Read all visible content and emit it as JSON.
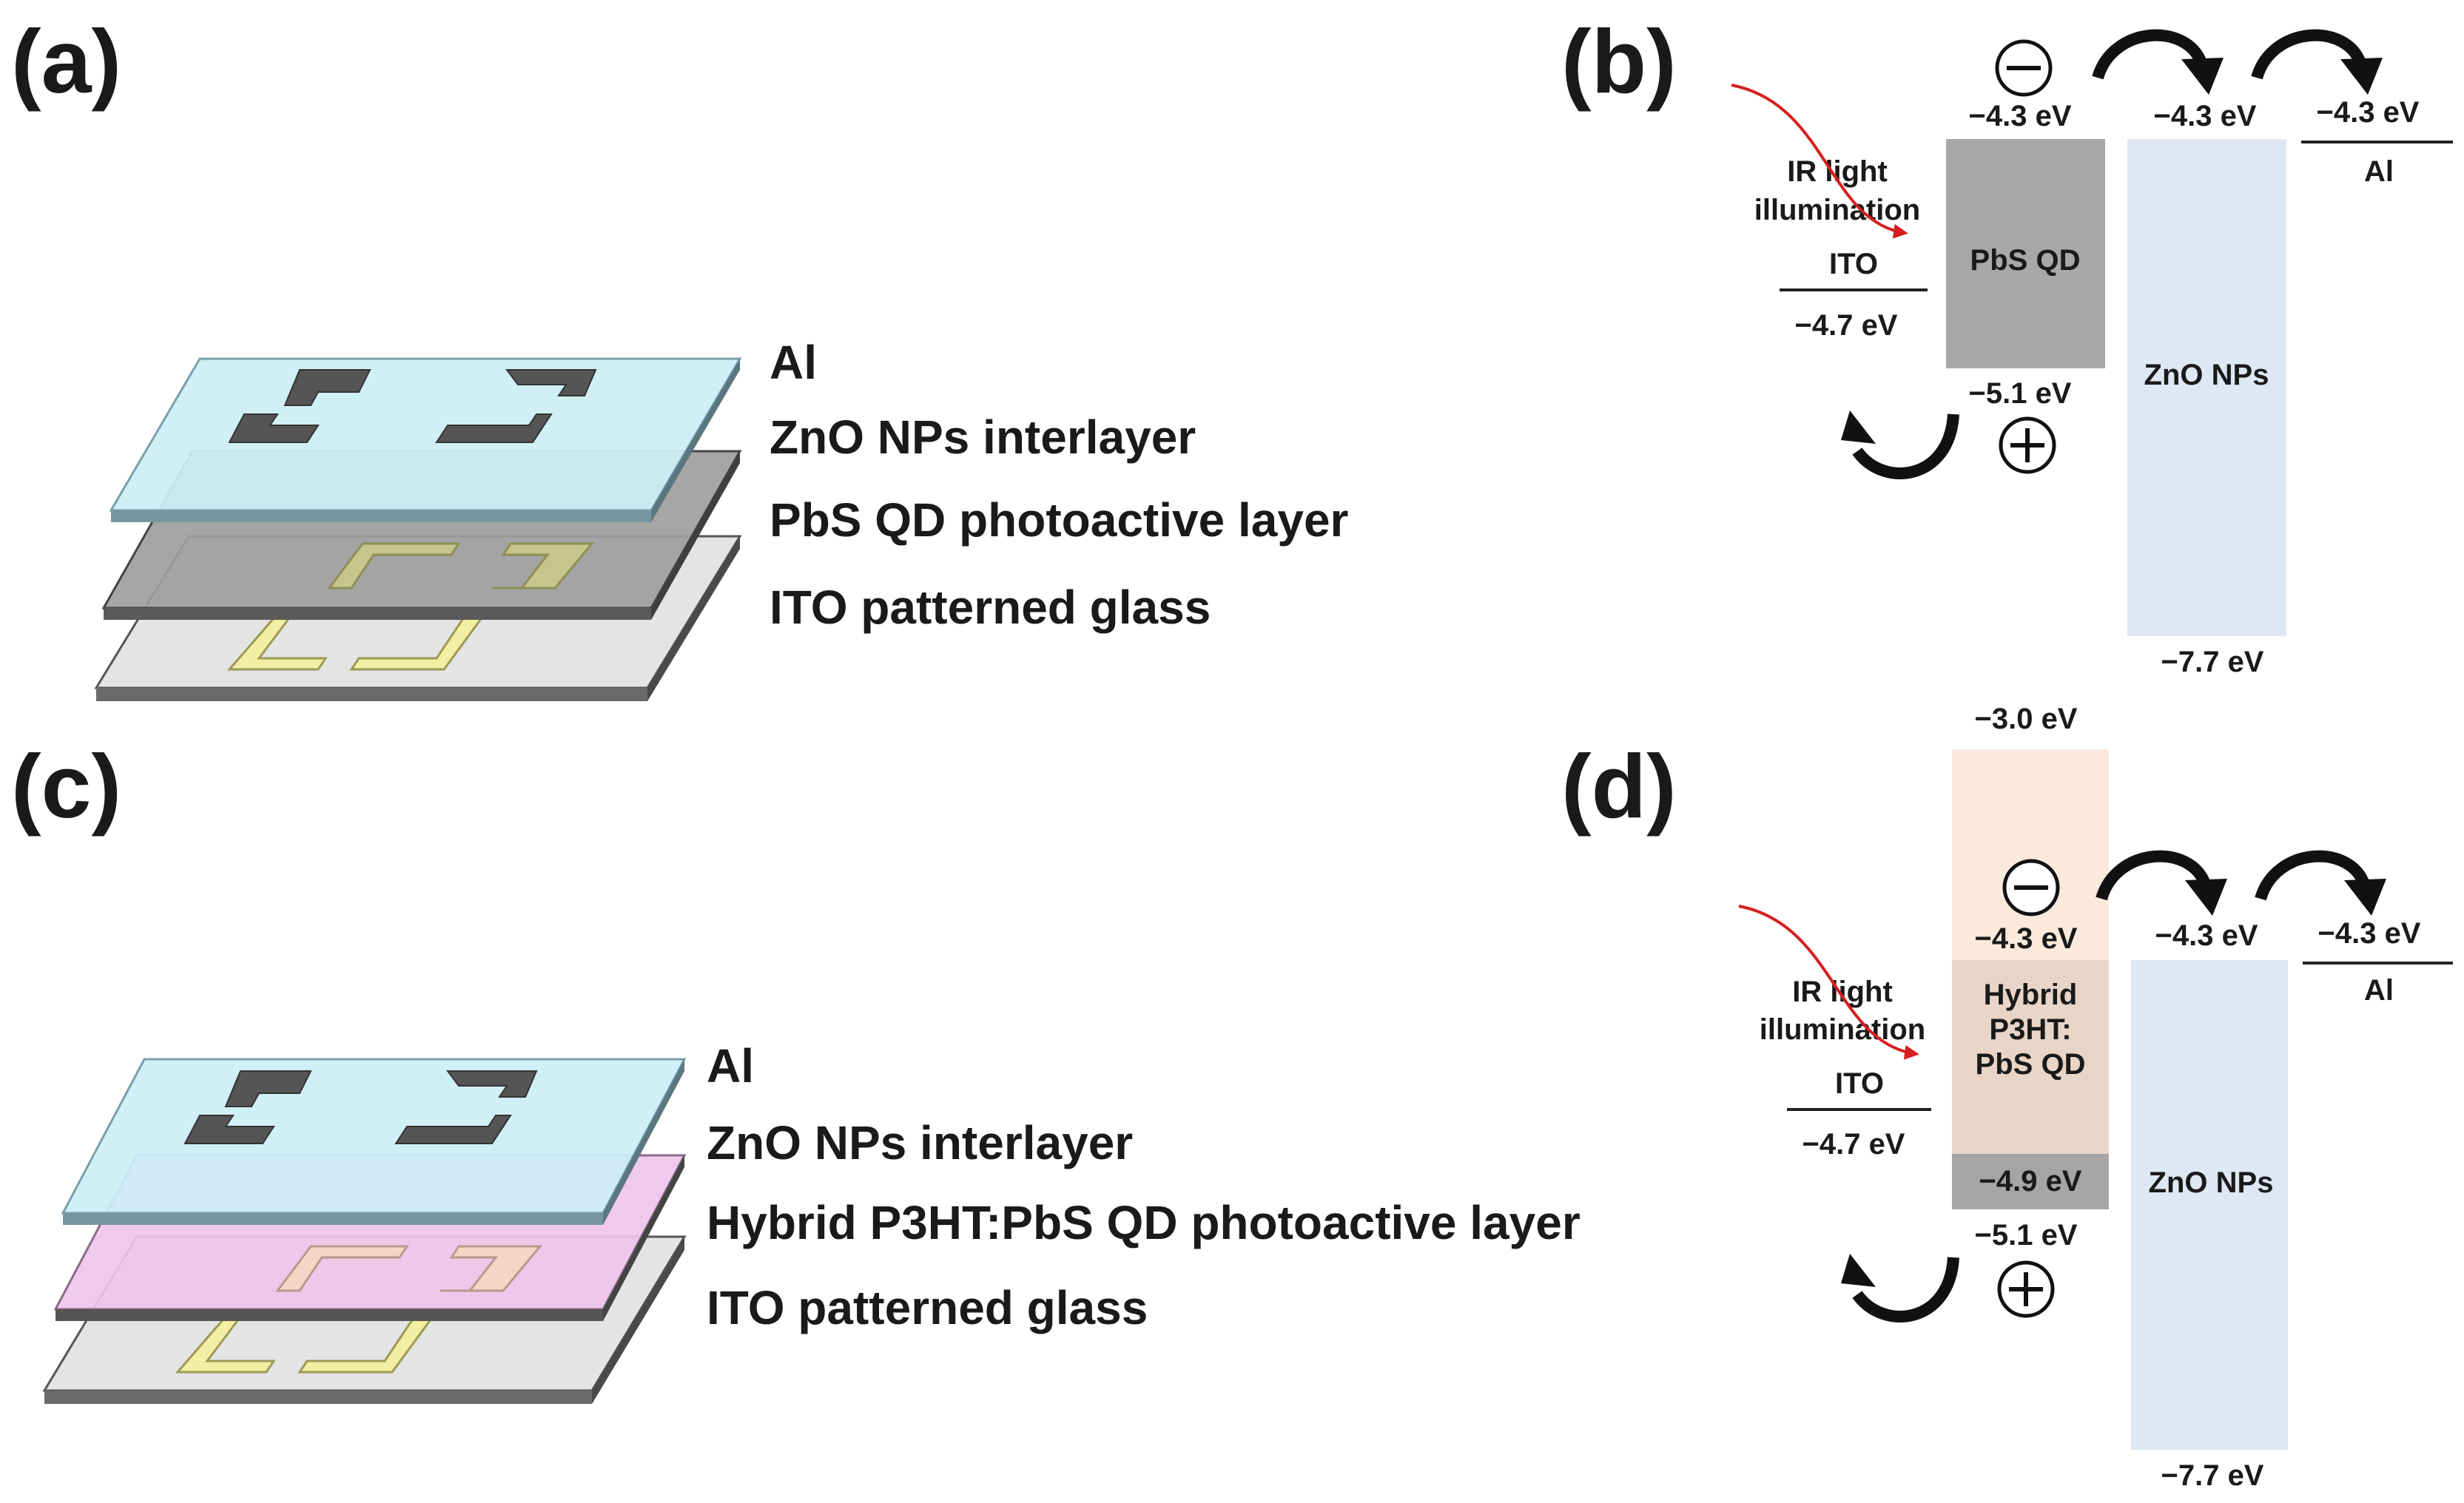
{
  "panels": {
    "a": {
      "label": "(a)",
      "layers": [
        "Al",
        "ZnO NPs interlayer",
        "PbS QD photoactive layer",
        "ITO patterned glass"
      ]
    },
    "b": {
      "label": "(b)",
      "ir_text_1": "IR light",
      "ir_text_2": "illumination",
      "ito": {
        "name": "ITO",
        "value": "−4.7 eV"
      },
      "pbs": {
        "name": "PbS QD",
        "top": "−4.3 eV",
        "bottom": "−5.1 eV"
      },
      "zno": {
        "name": "ZnO NPs",
        "top": "−4.3 eV",
        "bottom": "−7.7 eV"
      },
      "al": {
        "name": "Al",
        "value": "−4.3 eV"
      }
    },
    "c": {
      "label": "(c)",
      "layers": [
        "Al",
        "ZnO NPs interlayer",
        "Hybrid P3HT:PbS QD photoactive layer",
        "ITO patterned glass"
      ]
    },
    "d": {
      "label": "(d)",
      "ir_text_1": "IR light",
      "ir_text_2": "illumination",
      "ito": {
        "name": "ITO",
        "value": "−4.7 eV"
      },
      "hybrid": {
        "name_1": "Hybrid",
        "name_2": "P3HT:",
        "name_3": "PbS QD",
        "top": "−3.0 eV",
        "mid": "−4.3 eV",
        "homo": "−4.9 eV",
        "bottom": "−5.1 eV"
      },
      "zno": {
        "name": "ZnO NPs",
        "top": "−4.3 eV",
        "bottom": "−7.7 eV"
      },
      "al": {
        "name": "Al",
        "value": "−4.3 eV"
      }
    }
  },
  "colors": {
    "al_layer": "#cdeef5",
    "pbs_layer": "#9c9c9c",
    "hybrid_layer": "#f0c8ee",
    "ito_glass": "#e2e2e2",
    "ito_pattern": "#f3efa6",
    "electrode": "#555555",
    "pbs_band": "#a9a7a7",
    "zno_band": "#dde8f4",
    "hybrid_band_top": "#fbeadc",
    "hybrid_band_mid": "#e8d5c8",
    "hybrid_band_homo": "#a6a4a4",
    "ir_arrow": "#d51f1f"
  }
}
